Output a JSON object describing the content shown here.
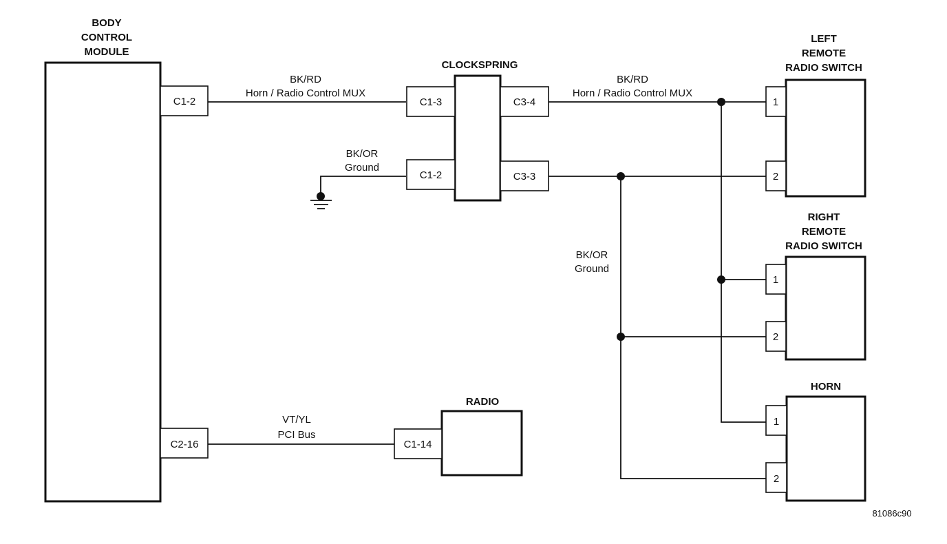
{
  "diagram": {
    "type": "wiring-diagram",
    "reference_id": "81086c90",
    "components": {
      "bcm": {
        "title": [
          "BODY",
          "CONTROL",
          "MODULE"
        ],
        "connectors": [
          "C1-2",
          "C2-16"
        ]
      },
      "clockspring": {
        "title": [
          "CLOCKSPRING"
        ],
        "connectors": [
          "C1-3",
          "C1-2",
          "C3-4",
          "C3-3"
        ]
      },
      "radio": {
        "title": [
          "RADIO"
        ],
        "connectors": [
          "C1-14"
        ]
      },
      "left_switch": {
        "title": [
          "LEFT",
          "REMOTE",
          "RADIO SWITCH"
        ],
        "connectors": [
          "1",
          "2"
        ]
      },
      "right_switch": {
        "title": [
          "RIGHT",
          "REMOTE",
          "RADIO SWITCH"
        ],
        "connectors": [
          "1",
          "2"
        ]
      },
      "horn": {
        "title": [
          "HORN"
        ],
        "connectors": [
          "1",
          "2"
        ]
      }
    },
    "wires": {
      "bcm_clockspring": {
        "color": "BK/RD",
        "function": "Horn / Radio Control MUX"
      },
      "clockspring_ground": {
        "color": "BK/OR",
        "function": "Ground"
      },
      "clockspring_switches": {
        "color": "BK/RD",
        "function": "Horn / Radio Control MUX"
      },
      "ground_bus": {
        "color": "BK/OR",
        "function": "Ground"
      },
      "pci_bus": {
        "color": "VT/YL",
        "function": "PCI Bus"
      }
    },
    "ground_symbol": "ground-icon"
  }
}
